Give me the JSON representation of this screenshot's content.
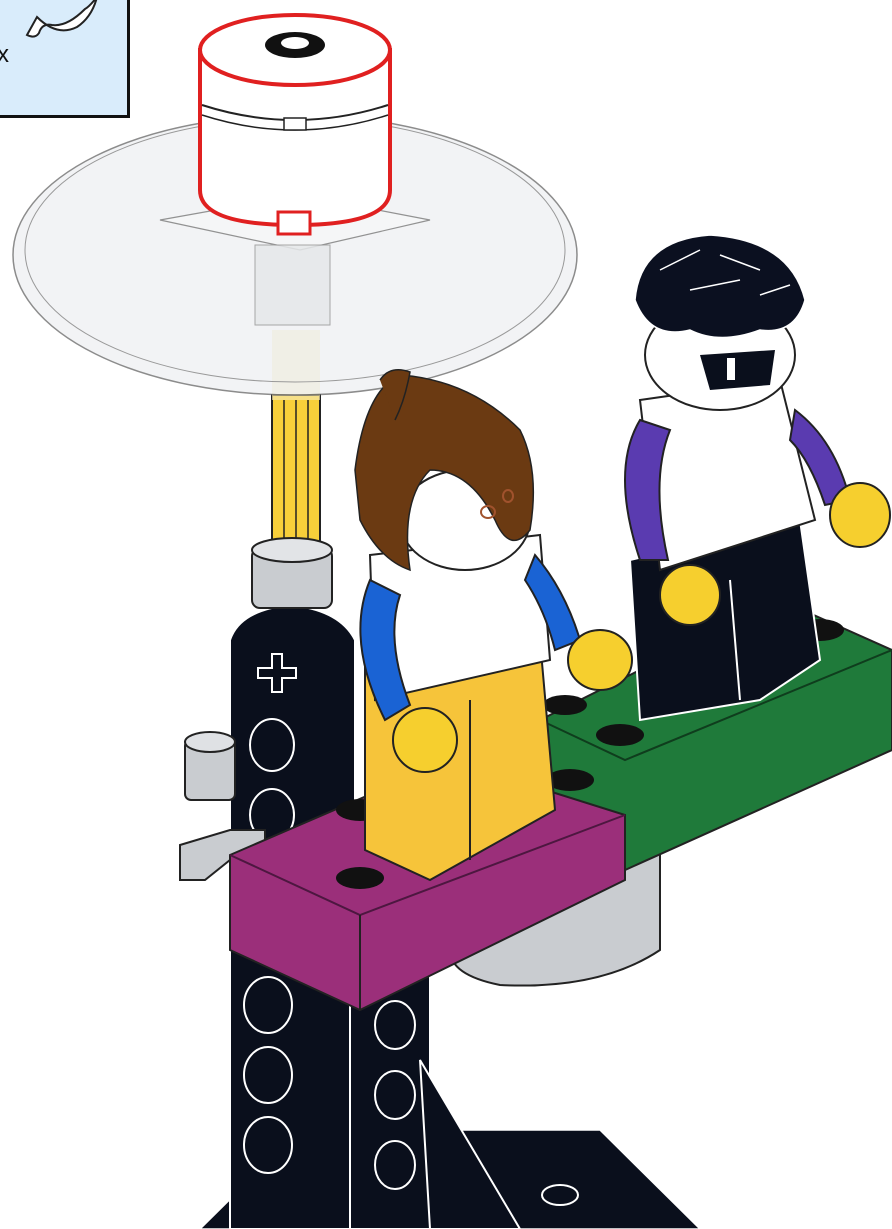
{
  "callout": {
    "quantity_label": "x"
  },
  "colors": {
    "callout_bg": "#d9ecfb",
    "spinner_outline": "#e02020",
    "clear_disc": "#eef0f2",
    "yellow_axle": "#f7cf3a",
    "black_beam": "#0a0f1c",
    "purple_brick": "#9b2f7a",
    "green_brick": "#1f7a3a",
    "gray_part": "#c9ccd0",
    "hair_brown": "#6b3a12",
    "hair_black": "#0b1020",
    "torso_white": "#ffffff",
    "arm_blue": "#1a63d4",
    "arm_purple": "#5a3bb0",
    "hand_yellow": "#f6cf2e",
    "legs_yellow": "#f6c43a",
    "legs_black": "#0a0f1c"
  },
  "parts": [
    "spinner-hub",
    "clear-disc",
    "yellow-axle",
    "black-liftarm-frame",
    "purple-brick",
    "green-brick",
    "minifig-female-brown-hair",
    "minifig-male-black-hair"
  ]
}
